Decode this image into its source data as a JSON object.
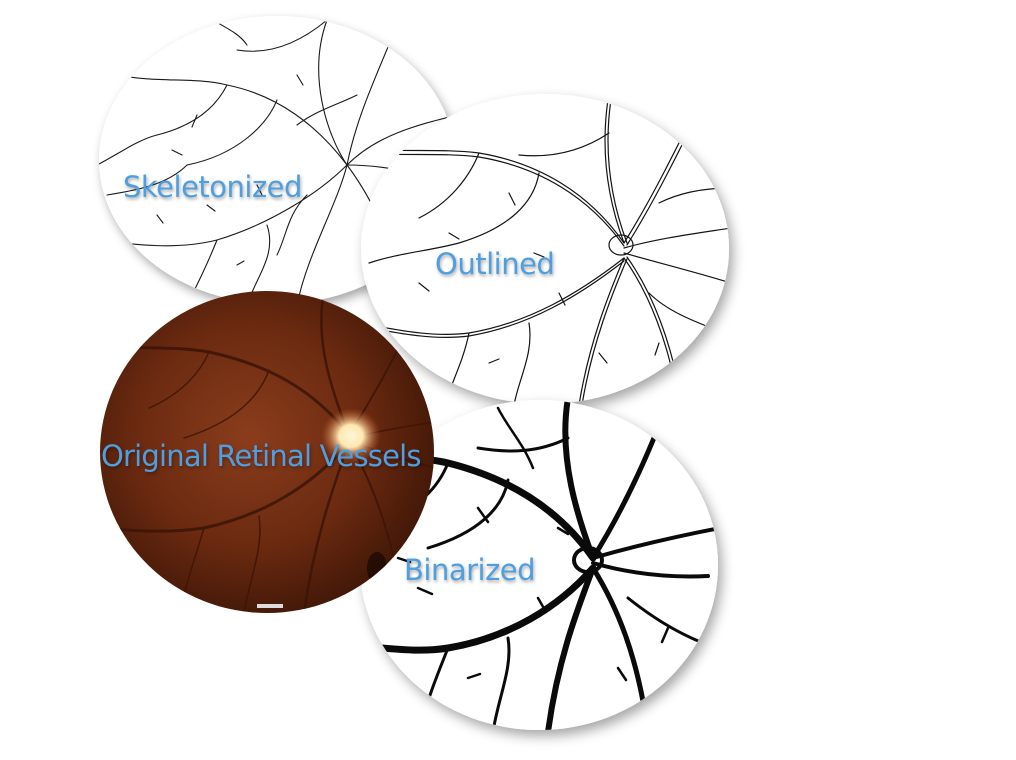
{
  "figure": {
    "panels": [
      {
        "id": "skeletonized",
        "label": "Skeletonized"
      },
      {
        "id": "outlined",
        "label": "Outlined"
      },
      {
        "id": "original",
        "label": "Original Retinal Vessels"
      },
      {
        "id": "binarized",
        "label": "Binarized"
      }
    ]
  },
  "colors": {
    "label": "#4f9fe0",
    "vessel": "#111111",
    "fundus_dark": "#3a1406",
    "fundus_mid": "#8a3d1c",
    "optic_disc": "#ffe7b0",
    "background": "#ffffff"
  }
}
